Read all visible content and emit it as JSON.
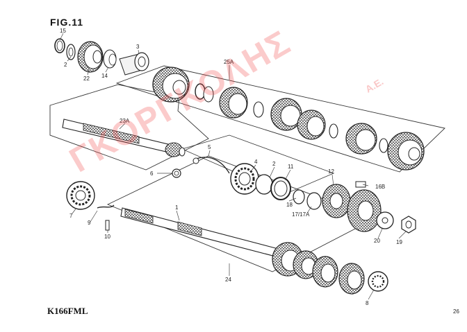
{
  "figure": {
    "title": "FIG.11",
    "model": "K166FML"
  },
  "watermark": {
    "text": "ΓΚΟΡΓΚΟΛΗΣ",
    "suffix": "Α.Ε.",
    "color": "#f04646"
  },
  "callouts": {
    "c15": "15",
    "c2a": "2",
    "c22": "22",
    "c14": "14",
    "c3": "3",
    "c25a": "25A",
    "c23a": "23A",
    "c5": "5",
    "c6": "6",
    "c4": "4",
    "c2b": "2",
    "c11": "11",
    "c12": "12",
    "c16b": "16B",
    "c18": "18",
    "c17": "17/17A",
    "c20": "20",
    "c19": "19",
    "c7": "7",
    "c9": "9",
    "c10": "10",
    "c1": "1",
    "c24": "24",
    "c8": "8",
    "c26": "26"
  }
}
